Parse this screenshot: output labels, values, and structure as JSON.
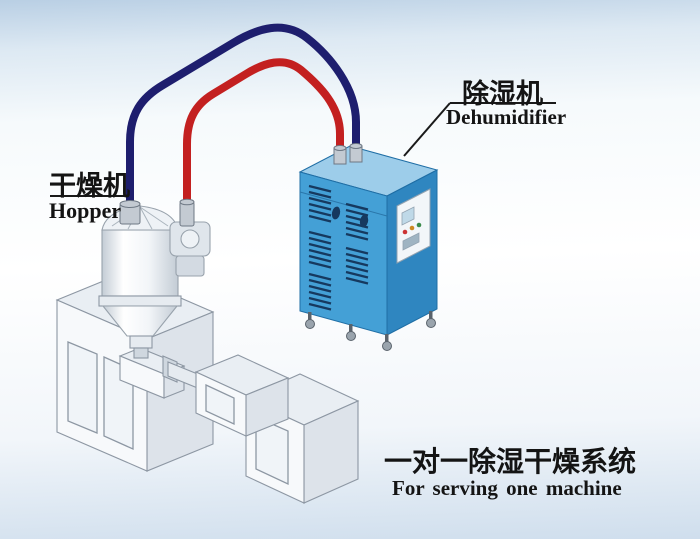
{
  "labels": {
    "hopper": {
      "cn": "干燥机",
      "en": "Hopper"
    },
    "dehumidifier": {
      "cn": "除湿机",
      "en": "Dehumidifier"
    },
    "caption": {
      "cn": "一对一除湿干燥系统",
      "en": "For serving one machine"
    }
  },
  "colors": {
    "pipe_red": "#c32020",
    "pipe_navy": "#1e1e6e",
    "cabinet_front": "#44a0d6",
    "cabinet_side": "#2f86c0",
    "cabinet_top": "#9dcdea",
    "louver": "#16395f",
    "machine_top": "#e9eef3",
    "machine_front": "#f7f9fb",
    "machine_side": "#dde3ea",
    "outline": "#8d97a3",
    "leader": "#1a1a1a",
    "text": "#141414",
    "background_top": "#b9cfe4",
    "background_bottom": "#cfdeed"
  }
}
